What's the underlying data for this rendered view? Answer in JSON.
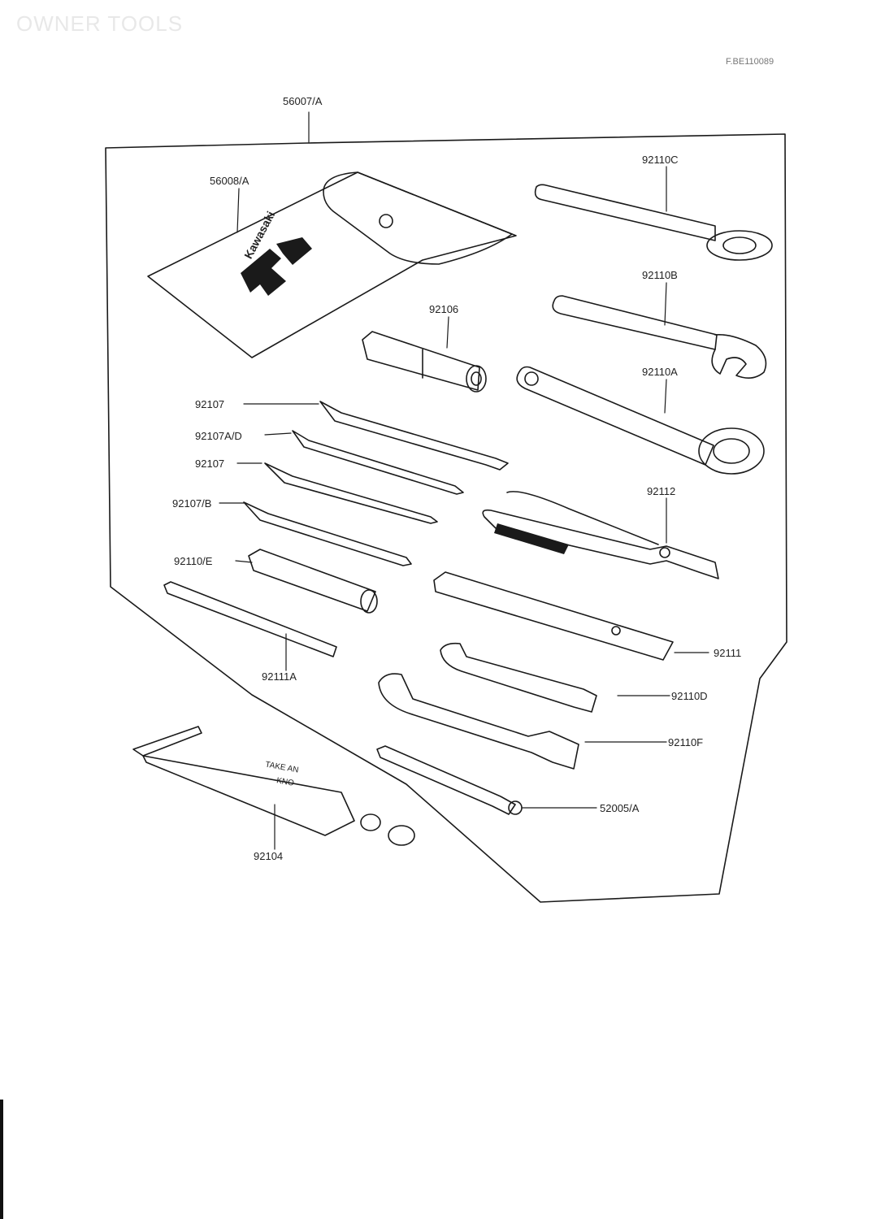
{
  "header": {
    "title": "OWNER TOOLS",
    "ref_code": "F.BE110089"
  },
  "parts": {
    "kit": "56007/A",
    "pouch": "56008/A",
    "wrench_c": "92110C",
    "wrench_b": "92110B",
    "socket_106": "92106",
    "wrench_a": "92110A",
    "driver_107": "92107",
    "driver_107ad": "92107A/D",
    "driver_107_2": "92107",
    "driver_107b": "92107/B",
    "pliers": "92112",
    "box_wrench_e": "92110/E",
    "bar_111": "92111",
    "bar_111a": "92111A",
    "wrench_d": "92110D",
    "wrench_f": "92110F",
    "pump": "92104",
    "tool_52005": "52005/A"
  },
  "pouch_brand": "Kawasaki",
  "pump_label": [
    "TAKE AN",
    "KNO"
  ],
  "colors": {
    "ink": "#1a1a1a",
    "paper": "#ffffff"
  }
}
